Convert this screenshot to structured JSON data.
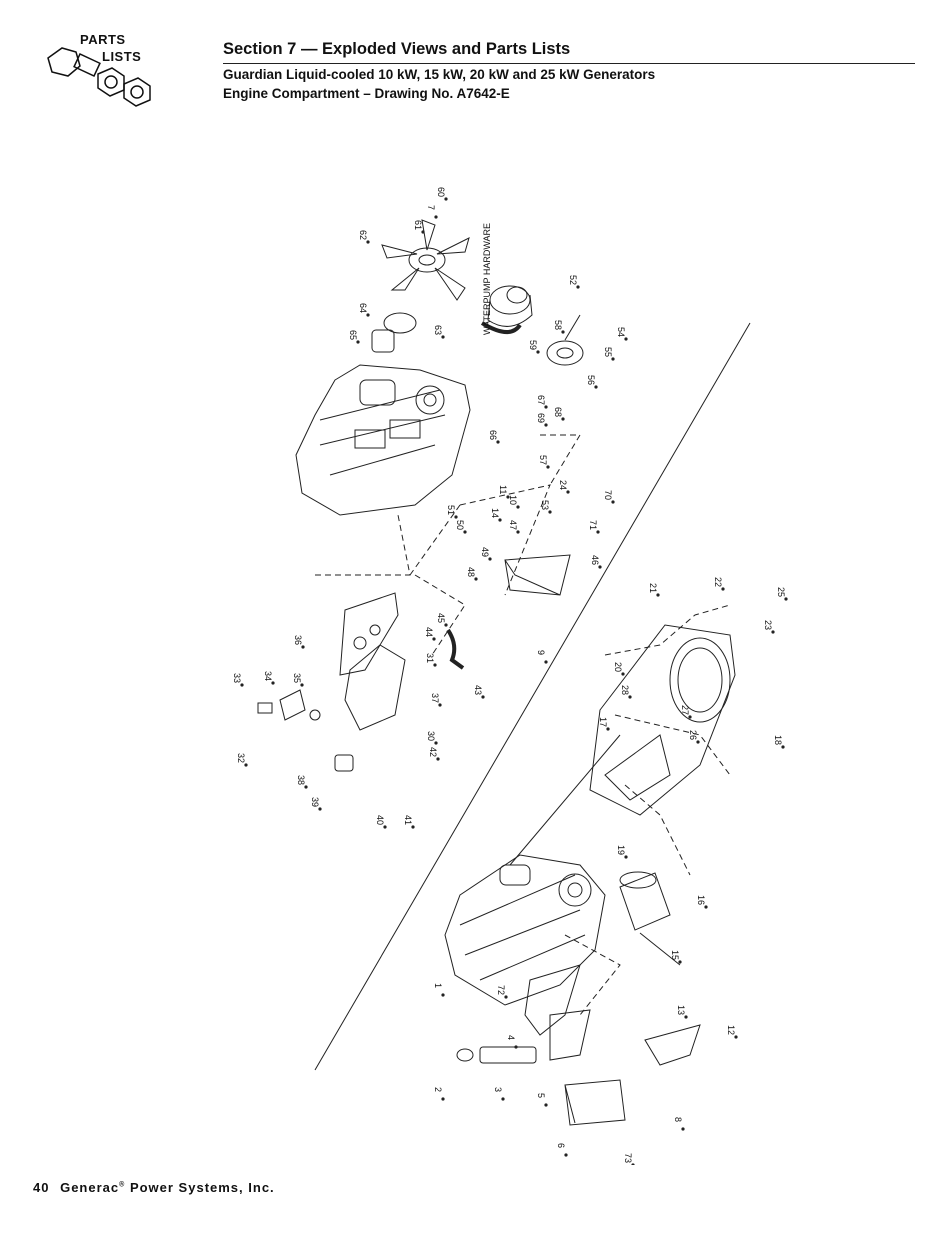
{
  "logo": {
    "line1": "PARTS",
    "line2": "LISTS"
  },
  "header": {
    "title": "Section 7 — Exploded Views and Parts Lists",
    "subtitle1": "Guardian Liquid-cooled 10 kW, 15 kW, 20 kW and 25 kW Generators",
    "subtitle2": "Engine Compartment – Drawing No. A7642-E"
  },
  "drawing": {
    "callout_text": "WATERPUMP HARDWARE",
    "part_numbers": [
      "1",
      "2",
      "3",
      "4",
      "5",
      "6",
      "7",
      "8",
      "9",
      "10",
      "11",
      "12",
      "13",
      "14",
      "15",
      "16",
      "17",
      "18",
      "19",
      "20",
      "21",
      "22",
      "23",
      "24",
      "25",
      "26",
      "27",
      "28",
      "30",
      "31",
      "32",
      "33",
      "34",
      "35",
      "36",
      "37",
      "38",
      "39",
      "40",
      "41",
      "42",
      "43",
      "44",
      "45",
      "46",
      "47",
      "48",
      "49",
      "50",
      "51",
      "52",
      "53",
      "54",
      "55",
      "56",
      "57",
      "58",
      "59",
      "60",
      "61",
      "62",
      "63",
      "64",
      "65",
      "66",
      "67",
      "68",
      "69",
      "70",
      "71",
      "72",
      "73"
    ]
  },
  "footer": {
    "page_number": "40",
    "company": "Generac",
    "company_rest": "Power Systems, Inc."
  }
}
